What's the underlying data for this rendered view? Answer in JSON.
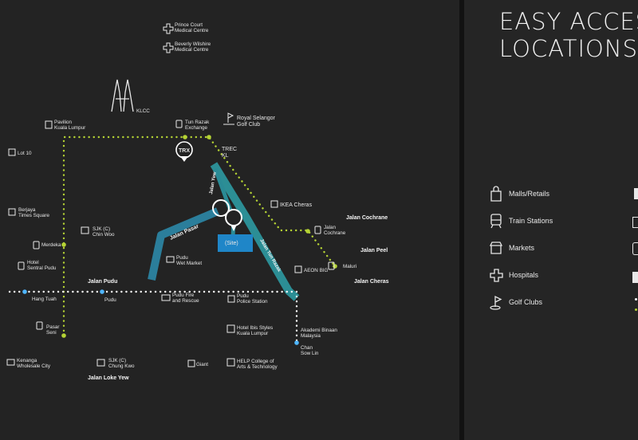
{
  "panel": {
    "title_line1": "EASY ACCESS",
    "title_line2": "LOCATIONS",
    "legend": [
      {
        "icon": "shopping-bag-icon",
        "label": "Malls/Retails"
      },
      {
        "icon": "train-icon",
        "label": "Train Stations"
      },
      {
        "icon": "market-icon",
        "label": "Markets"
      },
      {
        "icon": "hospital-cross-icon",
        "label": "Hospitals"
      },
      {
        "icon": "golf-flag-icon",
        "label": "Golf Clubs"
      }
    ]
  },
  "roads": {
    "jalan_cochrane": "Jalan Cochrane",
    "jalan_peel": "Jalan Peel",
    "jalan_cheras": "Jalan Cheras",
    "jalan_pudu": "Jalan Pudu",
    "jalan_pasar": "Jalan Pasar",
    "jalan_tun_razak": "Jalan Tun Razak",
    "jalan_yew": "Jalan Yew",
    "jalan_loke_yew": "Jalan Loke Yew"
  },
  "places": {
    "prince_court": [
      "Prince Court",
      "Medical Centre"
    ],
    "beverly_wilshire": [
      "Beverly Wilshire",
      "Medical Centre"
    ],
    "klcc": "KLCC",
    "royal_selangor": [
      "Royal Selangor",
      "Golf Club"
    ],
    "pavilion": [
      "Pavilion",
      "Kuala Lumpur"
    ],
    "tun_razak_exchange": [
      "Tun Razak",
      "Exchange"
    ],
    "trx": "TRX",
    "trec": [
      "TREC",
      "KL"
    ],
    "lot10": "Lot 10",
    "ikea": "IKEA Cheras",
    "berjaya": [
      "Berjaya",
      "Times Square"
    ],
    "sjk_chin_woo": [
      "SJK (C)",
      "Chin Woo"
    ],
    "jalan_cochrane_stn": [
      "Jalan",
      "Cochrane"
    ],
    "site": "(Site)",
    "merdeka": "Merdeka",
    "pudu_wet_market": [
      "Pudu",
      "Wet Market"
    ],
    "maluri": "Maluri",
    "hotel_sentral": [
      "Hotel",
      "Sentral Pudu"
    ],
    "aeon_big": "AEON BIG",
    "hang_tuah": "Hang Tuah",
    "pudu_stn": "Pudu",
    "pudu_fire": [
      "Pudu Fire",
      "and Rescue"
    ],
    "pudu_police": [
      "Pudu",
      "Police Station"
    ],
    "pasar_seni": [
      "Pasar",
      "Seni"
    ],
    "hotel_ibis": [
      "Hotel Ibis Styles",
      "Kuala Lumpur"
    ],
    "akademi": [
      "Akademi Binaan",
      "Malaysia"
    ],
    "chan_sow_lin": [
      "Chan",
      "Sow Lin"
    ],
    "kenanga": [
      "Kenanga",
      "Wholesale City"
    ],
    "sjk_chung_kwo": [
      "SJK (C)",
      "Chung Kwo"
    ],
    "giant": "Giant",
    "help_college": [
      "HELP College of",
      "Arts & Technology"
    ]
  }
}
